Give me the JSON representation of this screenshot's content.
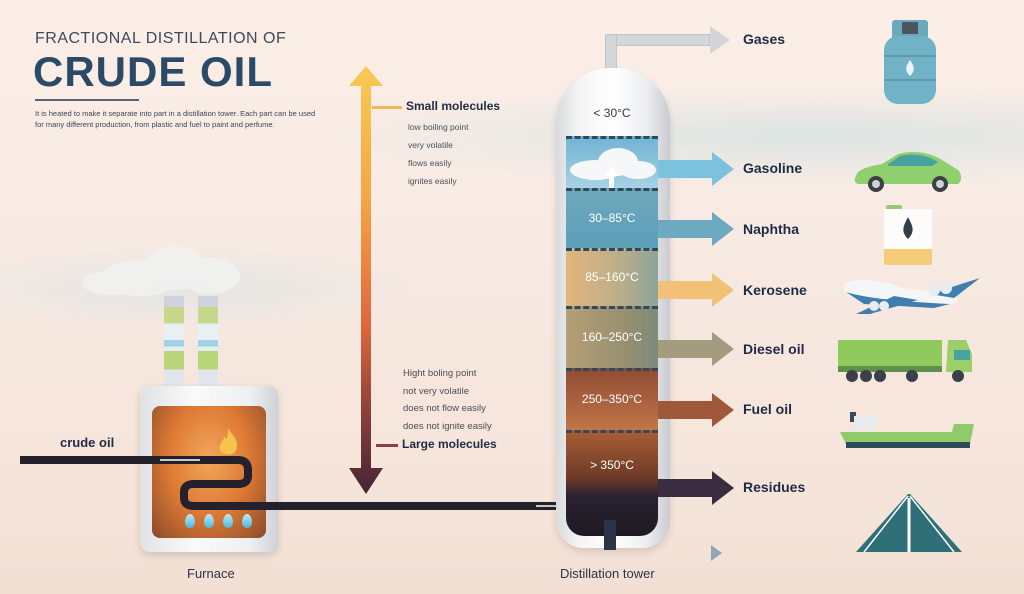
{
  "header": {
    "subtitle": "FRACTIONAL DISTILLATION OF",
    "title": "CRUDE OIL",
    "description": "It is heated to make it separate into part in a distillation tower. Each part can be used for many different production, from plastic and fuel to paint and perfume."
  },
  "molecule_scale": {
    "top_label": "Small molecules",
    "top_properties": [
      "low boiling point",
      "very volatile",
      "flows easily",
      "ignites easily"
    ],
    "bottom_properties": [
      "Hight boling point",
      "not very volatile",
      "does not flow easily",
      "does not ignite easily"
    ],
    "bottom_label": "Large molecules",
    "colors": {
      "top": "#f7c24e",
      "mid": "#e8773f",
      "bottom": "#4a2a36"
    }
  },
  "input": {
    "label": "crude oil",
    "furnace_label": "Furnace",
    "tower_label": "Distillation tower"
  },
  "tower": {
    "top_temp": "< 30°C",
    "segments": [
      {
        "temp": "30–85°C",
        "color_top": "#7fbfd8",
        "color_bottom": "#5c9fb8"
      },
      {
        "temp": "85–160°C",
        "color_top": "#e0b27a",
        "color_bottom": "#9fa89a"
      },
      {
        "temp": "160–250°C",
        "color_top": "#b0a47c",
        "color_bottom": "#8d8a6a"
      },
      {
        "temp": "250–350°C",
        "color_top": "#9e5a3c",
        "color_bottom": "#c97a4a"
      },
      {
        "temp": "> 350°C",
        "color_top": "#a55c30",
        "color_bottom": "#2a2230"
      }
    ]
  },
  "products": [
    {
      "name": "Gases",
      "icon": "gas-cylinder-icon",
      "arrow_color": "#d3d5d9"
    },
    {
      "name": "Gasoline",
      "icon": "car-icon",
      "arrow_color": "#7cc2dd"
    },
    {
      "name": "Naphtha",
      "icon": "oil-container-icon",
      "arrow_color": "#6ea9c2"
    },
    {
      "name": "Kerosene",
      "icon": "airplane-icon",
      "arrow_color": "#f0c177"
    },
    {
      "name": "Diesel oil",
      "icon": "truck-icon",
      "arrow_color": "#a39c7e"
    },
    {
      "name": "Fuel oil",
      "icon": "ship-icon",
      "arrow_color": "#a0583a"
    },
    {
      "name": "Residues",
      "icon": "road-icon",
      "arrow_color": "#3a2d40"
    }
  ]
}
